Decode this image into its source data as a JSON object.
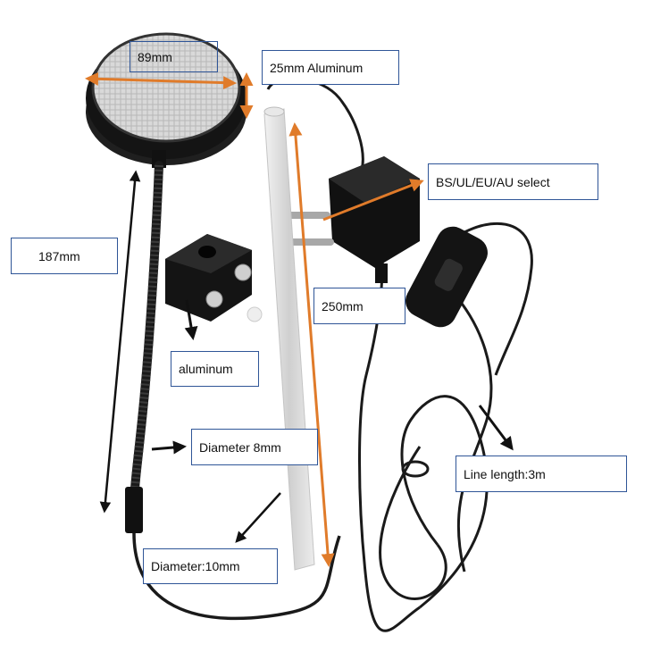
{
  "labels": {
    "head_diameter": "89mm",
    "rod_material": "25mm Aluminum",
    "plug_select": "BS/UL/EU/AU select",
    "neck_length": "187mm",
    "rod_length": "250mm",
    "clip_material": "aluminum",
    "neck_diameter": "Diameter 8mm",
    "line_length": "Line length:3m",
    "rod_diameter": "Diameter:10mm"
  },
  "colors": {
    "annotation_orange": "#e07b2a",
    "annotation_black": "#111111",
    "label_border": "#2f5597",
    "product_black": "#1a1a1a",
    "aluminum": "#dcdcdc"
  }
}
